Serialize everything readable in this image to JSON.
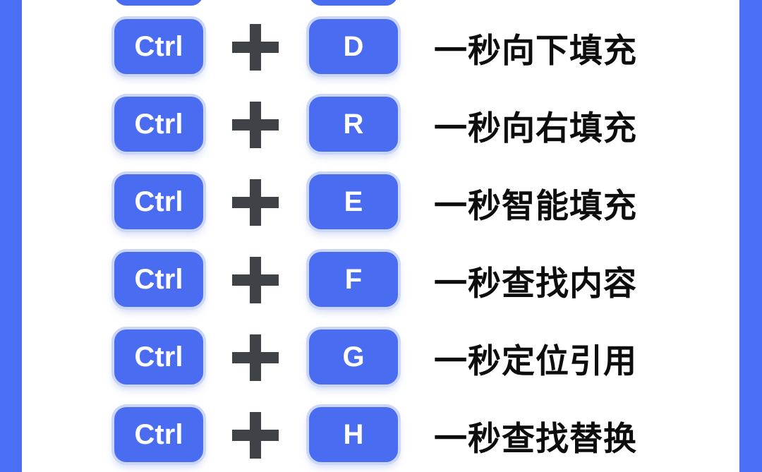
{
  "theme": {
    "background_white": "#ffffff",
    "bar_blue": "#4a6ef5",
    "key_blue": "#4a6cf1",
    "key_halo": "#ccd7f8",
    "key_text_white": "#ffffff",
    "plus_gray": "#3f4347",
    "text_black": "#0d0d0d"
  },
  "shortcuts": {
    "modifier_label": "Ctrl",
    "plus_symbol": "+",
    "rows": [
      {
        "key": "D",
        "description": "一秒向下填充"
      },
      {
        "key": "R",
        "description": "一秒向右填充"
      },
      {
        "key": "E",
        "description": "一秒智能填充"
      },
      {
        "key": "F",
        "description": "一秒查找内容"
      },
      {
        "key": "G",
        "description": "一秒定位引用"
      },
      {
        "key": "H",
        "description": "一秒查找替换"
      }
    ]
  }
}
